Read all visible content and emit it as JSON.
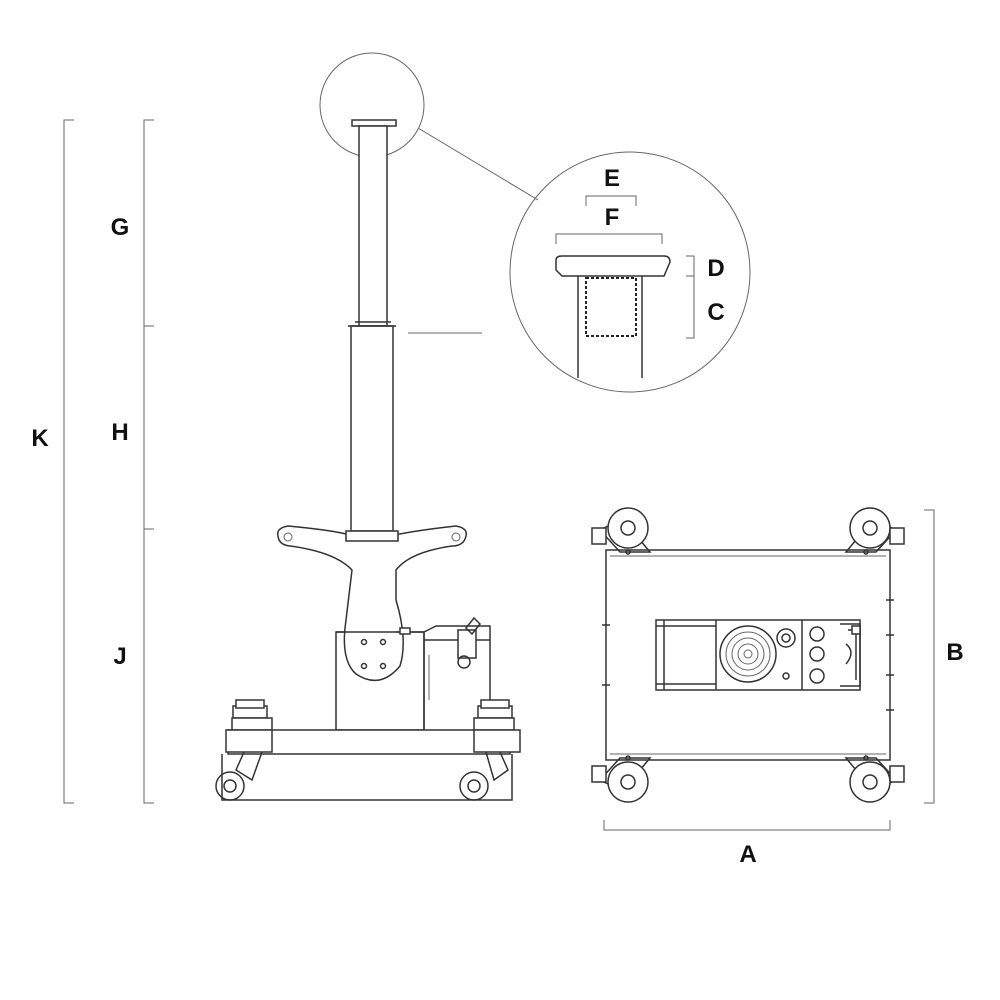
{
  "labels": {
    "A": "A",
    "B": "B",
    "C": "C",
    "D": "D",
    "E": "E",
    "F": "F",
    "G": "G",
    "H": "H",
    "J": "J",
    "K": "K"
  },
  "colors": {
    "line": "#333333",
    "dimension": "#666666",
    "text": "#111111"
  }
}
